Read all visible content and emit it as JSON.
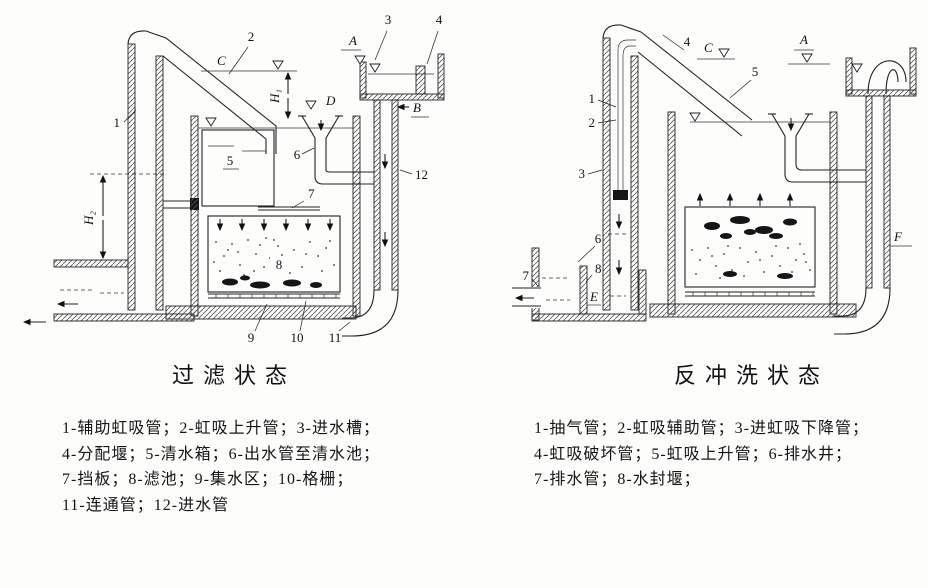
{
  "figure": {
    "left": {
      "caption": "过滤状态",
      "legend": [
        "1-辅助虹吸管；2-虹吸上升管；3-进水槽；",
        "4-分配堰；5-清水箱；6-出水管至清水池；",
        "7-挡板；8-滤池；9-集水区；10-格栅；",
        "11-连通管；12-进水管"
      ],
      "part_labels": [
        "1",
        "2",
        "3",
        "4",
        "5",
        "6",
        "7",
        "8",
        "9",
        "10",
        "11",
        "12"
      ],
      "ref_labels": {
        "A": "A",
        "B": "B",
        "C": "C",
        "D": "D",
        "H1": "H₁",
        "H2": "H₂"
      }
    },
    "right": {
      "caption": "反冲洗状态",
      "legend": [
        "1-抽气管；2-虹吸辅助管；3-进虹吸下降管；",
        "4-虹吸破坏管；5-虹吸上升管；6-排水井；",
        "7-排水管；8-水封堰；"
      ],
      "part_labels": [
        "1",
        "2",
        "3",
        "4",
        "5",
        "6",
        "7",
        "8"
      ],
      "ref_labels": {
        "A": "A",
        "C": "C",
        "E": "E",
        "F": "F"
      }
    }
  }
}
